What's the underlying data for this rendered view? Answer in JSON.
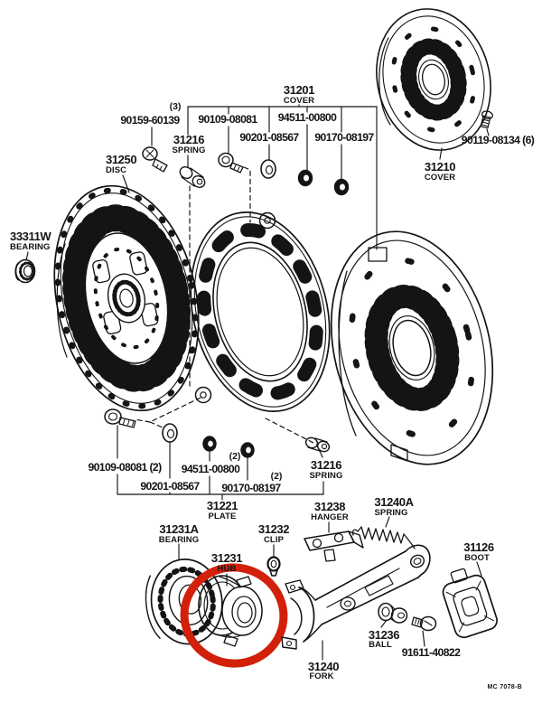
{
  "diagram": {
    "type": "exploded-parts-diagram",
    "subject": "Clutch cover, disc and release fork",
    "footer_code": "MC 7078-B",
    "highlight_color": "#d2200a"
  },
  "labels": {
    "cover_top_num": "31201",
    "cover_top_name": "COVER",
    "qty_3": "(3)",
    "bolt_90159": "90159-60139",
    "spring_top_num": "31216",
    "spring_top_name": "SPRING",
    "bolt_90109_top": "90109-08081",
    "nut_94511_top": "94511-00800",
    "washer_90201_top": "90201-08567",
    "nut_90170_top": "90170-08197",
    "disc_num": "31250",
    "disc_name": "DISC",
    "bolt_90119": "90119-08134 (6)",
    "cover_right_num": "31210",
    "cover_right_name": "COVER",
    "bearing_33311_num": "33311W",
    "bearing_33311_name": "BEARING",
    "bolt_90109_mid": "90109-08081 (2)",
    "qty_2a": "(2)",
    "nut_94511_mid": "94511-00800",
    "washer_90201_mid": "90201-08567",
    "qty_2b": "(2)",
    "nut_90170_mid": "90170-08197",
    "spring_mid_num": "31216",
    "spring_mid_name": "SPRING",
    "plate_num": "31221",
    "plate_name": "PLATE",
    "hanger_num": "31238",
    "hanger_name": "HANGER",
    "bearing_31231a_num": "31231A",
    "bearing_31231a_name": "BEARING",
    "clip_num": "31232",
    "clip_name": "CLIP",
    "hub_num": "31231",
    "hub_name": "HUB",
    "spring_31240a_num": "31240A",
    "spring_31240a_name": "SPRING",
    "boot_num": "31126",
    "boot_name": "BOOT",
    "ball_num": "31236",
    "ball_name": "BALL",
    "bolt_91611": "91611-40822",
    "fork_num": "31240",
    "fork_name": "FORK"
  }
}
